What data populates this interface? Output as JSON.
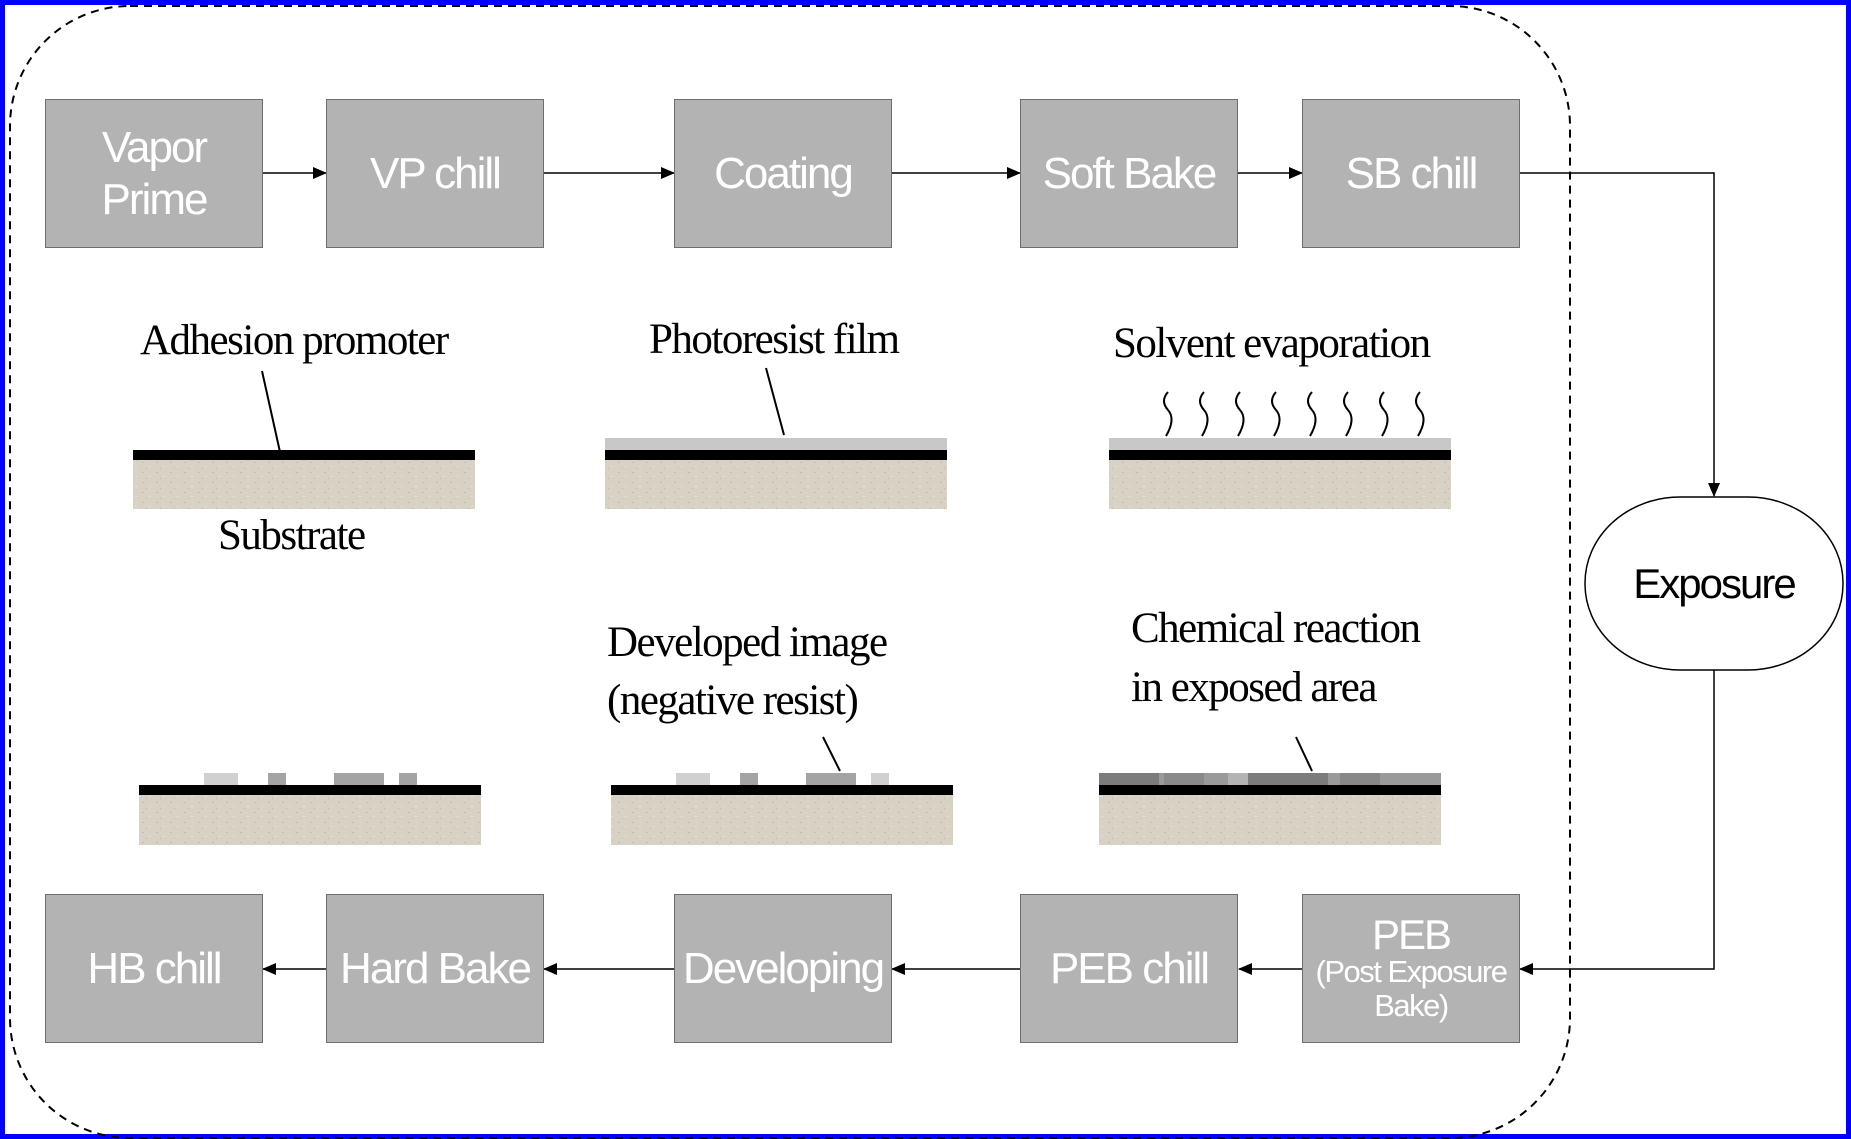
{
  "steps_top": [
    {
      "id": "vapor-prime",
      "lines": [
        "Vapor",
        "Prime"
      ]
    },
    {
      "id": "vp-chill",
      "lines": [
        "VP chill"
      ]
    },
    {
      "id": "coating",
      "lines": [
        "Coating"
      ]
    },
    {
      "id": "soft-bake",
      "lines": [
        "Soft Bake"
      ]
    },
    {
      "id": "sb-chill",
      "lines": [
        "SB chill"
      ]
    }
  ],
  "steps_bottom": [
    {
      "id": "hb-chill",
      "lines": [
        "HB chill"
      ]
    },
    {
      "id": "hard-bake",
      "lines": [
        "Hard Bake"
      ]
    },
    {
      "id": "developing",
      "lines": [
        "Developing"
      ]
    },
    {
      "id": "peb-chill",
      "lines": [
        "PEB chill"
      ]
    },
    {
      "id": "peb",
      "lines": [
        "PEB",
        "(Post Exposure",
        "Bake)"
      ]
    }
  ],
  "exposure": {
    "label": "Exposure"
  },
  "labels": {
    "adhesion_promoter": "Adhesion promoter",
    "substrate": "Substrate",
    "photoresist_film": "Photoresist film",
    "solvent_evaporation": "Solvent evaporation",
    "developed_image_line1": "Developed image",
    "developed_image_line2": "(negative resist)",
    "chemical_reaction_line1": "Chemical reaction",
    "chemical_reaction_line2": "in exposed area"
  },
  "colors": {
    "frame_border": "#0000ff",
    "box_fill": "#b3b3b3",
    "box_text": "#ffffff",
    "substrate": "#d8d2c4",
    "resist": "#c8c8c8",
    "exposed_resist": "#8e8e8e"
  }
}
